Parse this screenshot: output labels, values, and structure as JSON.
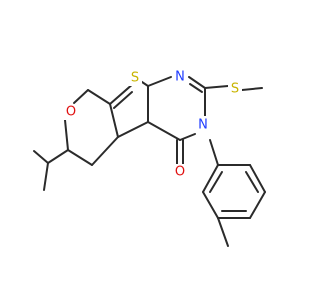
{
  "molecule": {
    "atoms": [
      {
        "id": "S1",
        "label": "S",
        "color": "#c8b400"
      },
      {
        "id": "S2",
        "label": "S",
        "color": "#c8b400"
      },
      {
        "id": "N1",
        "label": "N",
        "color": "#1f3cff"
      },
      {
        "id": "N3",
        "label": "N",
        "color": "#1f3cff"
      },
      {
        "id": "O1",
        "label": "O",
        "color": "#e01010"
      },
      {
        "id": "O4",
        "label": "O",
        "color": "#e01010"
      }
    ],
    "bond_color": "#2b2b2b"
  }
}
